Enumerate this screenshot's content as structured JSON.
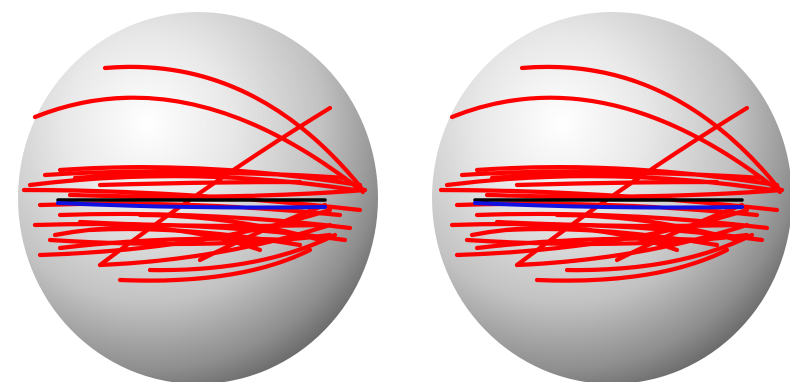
{
  "panels": [
    {
      "id": "left",
      "sphere_color": "#f2f2f2",
      "shade_color": "#5a5a5a",
      "curves": [
        {
          "kind": "black",
          "color": "#000000"
        },
        {
          "kind": "blue",
          "color": "#1010e0"
        },
        {
          "kind": "red",
          "color": "#ff0000",
          "count": 24
        }
      ]
    },
    {
      "id": "right",
      "sphere_color": "#f2f2f2",
      "shade_color": "#5a5a5a",
      "curves": [
        {
          "kind": "black",
          "color": "#000000"
        },
        {
          "kind": "blue",
          "color": "#1010e0"
        },
        {
          "kind": "red",
          "color": "#ff0000",
          "count": 24
        }
      ]
    }
  ],
  "colors": {
    "red_curve": "#ff0000",
    "blue_curve": "#1010e0",
    "black_curve": "#000000",
    "background": "#ffffff"
  }
}
